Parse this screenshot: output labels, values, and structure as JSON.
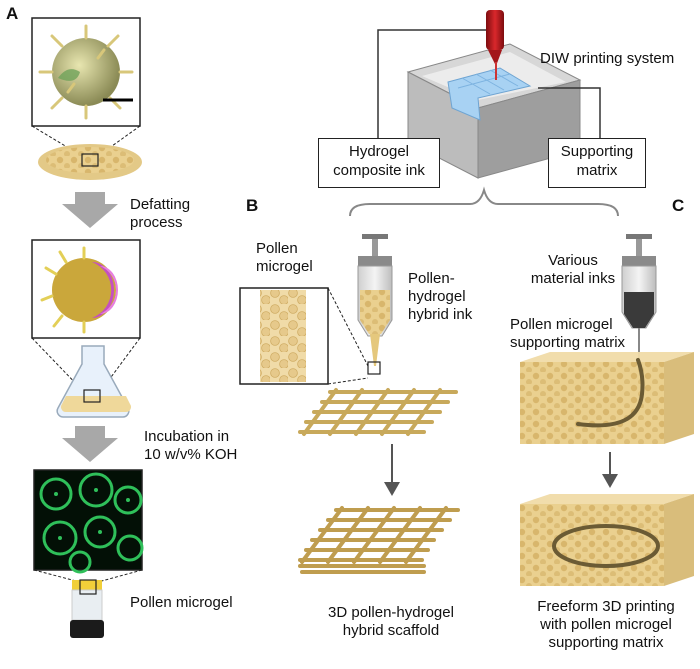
{
  "panels": {
    "a": "A",
    "b": "B",
    "c": "C"
  },
  "panel_a": {
    "step1": "Defatting\nprocess",
    "step2": "Incubation in\n10 w/v% KOH",
    "product": "Pollen microgel"
  },
  "top": {
    "system": "DIW printing system",
    "ink_box": "Hydrogel\ncomposite ink",
    "matrix_box": "Supporting\nmatrix"
  },
  "panel_b": {
    "microgel": "Pollen\nmicrogel",
    "hybrid_ink": "Pollen-\nhydrogel\nhybrid ink",
    "result": "3D pollen-hydrogel\nhybrid scaffold"
  },
  "panel_c": {
    "inks": "Various\nmaterial inks",
    "matrix": "Pollen microgel\nsupporting matrix",
    "result": "Freeform 3D printing\nwith pollen microgel\nsupporting matrix"
  },
  "colors": {
    "pollen": "#e9cf8f",
    "pollen_dark": "#c9a55c",
    "syringe_red": "#b3161a",
    "grid_blue": "#9cc8ee",
    "fluor_green": "#2fc05a",
    "arrow_grey": "#a8a8a8",
    "membrane_pink": "#c54fc0"
  }
}
